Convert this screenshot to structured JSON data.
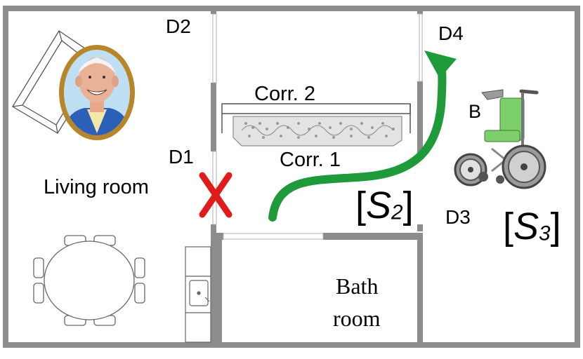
{
  "labels": {
    "d1": "D1",
    "d2": "D2",
    "d3": "D3",
    "d4": "D4",
    "corr1": "Corr. 1",
    "corr2": "Corr. 2",
    "living_room": "Living room",
    "bath_line1": "Bath",
    "bath_line2": "room",
    "wheelchair_partial_text": "B",
    "state2": {
      "open": "[",
      "letter": "S",
      "sub": "2",
      "close": "]"
    },
    "state3": {
      "open": "[",
      "letter": "S",
      "sub": "3",
      "close": "]"
    }
  },
  "icons": {
    "blocked_marker": "red-x-icon",
    "route_arrow": "curved-arrow-icon",
    "person": "elderly-man-portrait-icon",
    "wheelchair": "wheelchair-icon",
    "sofa": "sofa-icon",
    "table": "round-table-with-chairs-icon",
    "sink": "sink-icon"
  },
  "colors": {
    "wall": "#8c8c8c",
    "route": "#1f9a3a",
    "blocked": "#e01b1b",
    "wheelchair_seat": "#7dcf6a",
    "portrait_frame": "#b8862a",
    "portrait_shirt": "#2b5fb8"
  }
}
